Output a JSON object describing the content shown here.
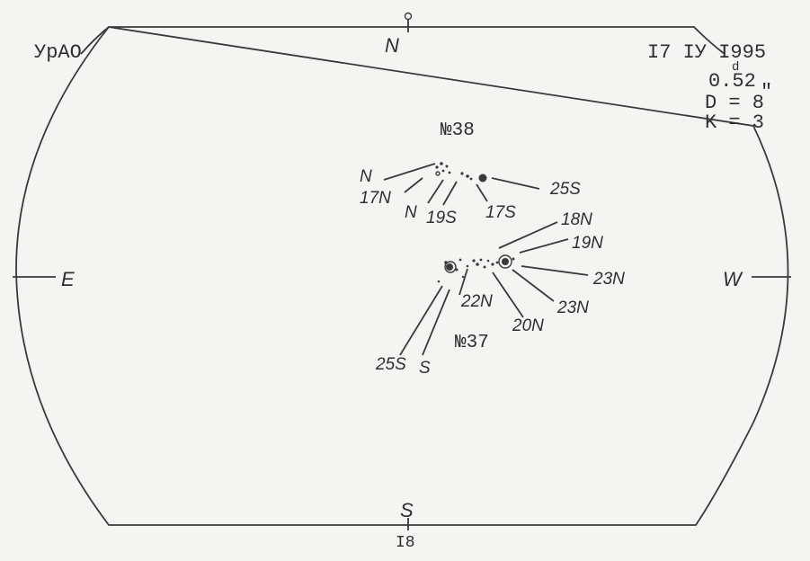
{
  "header": {
    "observatory": "УрАО",
    "date": "I7 IУ I995",
    "time": "0.52",
    "time_unit": "d",
    "diameter": "D = 8",
    "diameter_unit": "\"",
    "k_index": "K = 3"
  },
  "directions": {
    "north": "N",
    "south": "S",
    "east": "E",
    "west": "W"
  },
  "page_number": "I8",
  "groups": {
    "g38": {
      "title": "№38",
      "labels": [
        "N",
        "17N",
        "N",
        "19S",
        "17S",
        "25S"
      ]
    },
    "g37": {
      "title": "№37",
      "labels": [
        "18N",
        "19N",
        "23N",
        "23N",
        "20N",
        "22N",
        "25S",
        "S"
      ]
    }
  }
}
